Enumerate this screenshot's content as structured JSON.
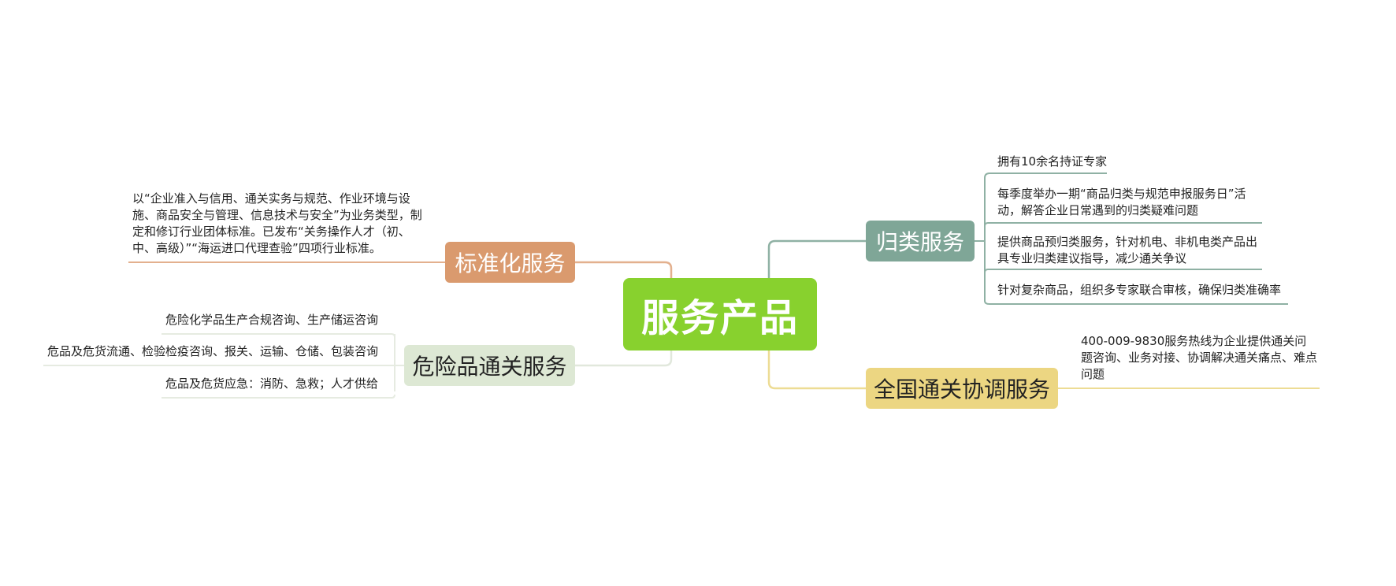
{
  "mindmap": {
    "root": {
      "title": "服务产品",
      "color": "#88d12e"
    },
    "branches": [
      {
        "id": "standard",
        "label": "标准化服务",
        "color": "#da9a6e",
        "leaves": [
          "以“企业准入与信用、通关实务与规范、作业环境与设施、商品安全与管理、信息技术与安全”为业务类型，制定和修订行业团体标准。已发布“关务操作人才（初、中、高级）”“海运进口代理查验”四项行业标准。"
        ]
      },
      {
        "id": "hazard",
        "label": "危险品通关服务",
        "color": "#dde8d4",
        "leaves": [
          "危险化学品生产合规咨询、生产储运咨询",
          "危品及危货流通、检验检疫咨询、报关、运输、仓储、包装咨询",
          "危品及危货应急：消防、急救；人才供给"
        ]
      },
      {
        "id": "classify",
        "label": "归类服务",
        "color": "#7fa697",
        "leaves": [
          "拥有10余名持证专家",
          "每季度举办一期“商品归类与规范申报服务日”活动，解答企业日常遇到的归类疑难问题",
          "提供商品预归类服务，针对机电、非机电类产品出具专业归类建议指导，减少通关争议",
          "针对复杂商品，组织多专家联合审核，确保归类准确率"
        ]
      },
      {
        "id": "national",
        "label": "全国通关协调服务",
        "color": "#ecd682",
        "leaves": [
          "400-009-9830服务热线为企业提供通关问题咨询、业务对接、协调解决通关痛点、难点问题"
        ]
      }
    ]
  }
}
